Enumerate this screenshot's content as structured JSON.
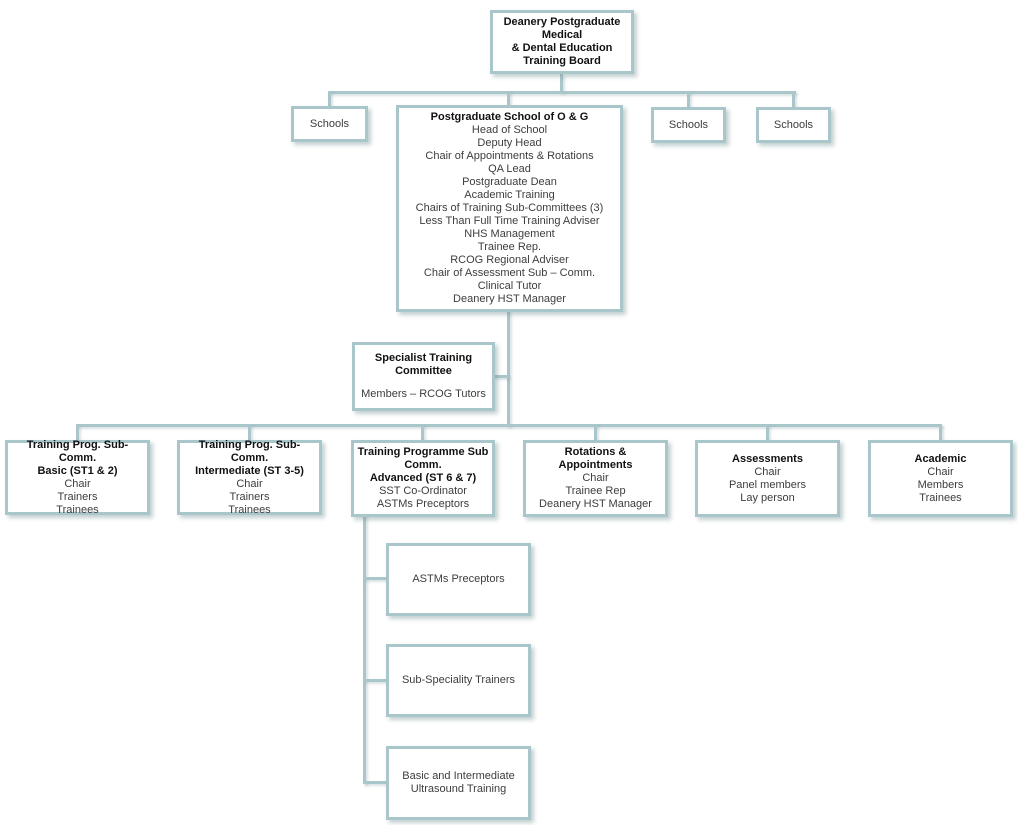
{
  "colors": {
    "border": "#a9c6cb",
    "line": "#a9c6cb",
    "title_text": "#111111",
    "body_text": "#3d3d3d",
    "background": "#ffffff"
  },
  "nodes": {
    "deanery_board": {
      "title": [
        "Deanery Postgraduate",
        "Medical",
        "& Dental Education",
        "Training Board"
      ]
    },
    "schools_left": {
      "label": "Schools"
    },
    "schools_mid": {
      "label": "Schools"
    },
    "schools_right": {
      "label": "Schools"
    },
    "og_school": {
      "title": "Postgraduate School of O & G",
      "members": [
        "Head of School",
        "Deputy Head",
        "Chair of Appointments & Rotations",
        "QA Lead",
        "Postgraduate Dean",
        "Academic Training",
        "Chairs of Training Sub-Committees (3)",
        "Less Than Full Time Training Adviser",
        "NHS Management",
        "Trainee Rep.",
        "RCOG Regional Adviser",
        "Chair of Assessment Sub – Comm.",
        "Clinical Tutor",
        "Deanery HST Manager"
      ]
    },
    "stc": {
      "title": [
        "Specialist Training",
        "Committee"
      ],
      "members": [
        "Members – RCOG Tutors"
      ]
    },
    "sub_basic": {
      "title": [
        "Training Prog. Sub-Comm.",
        "Basic (ST1 & 2)"
      ],
      "members": [
        "Chair",
        "Trainers",
        "Trainees"
      ]
    },
    "sub_intermediate": {
      "title": [
        "Training Prog. Sub-Comm.",
        "Intermediate (ST 3-5)"
      ],
      "members": [
        "Chair",
        "Trainers",
        "Trainees"
      ]
    },
    "sub_advanced": {
      "title": [
        "Training Programme Sub",
        "Comm.",
        "Advanced (ST 6 & 7)"
      ],
      "members": [
        "SST Co-Ordinator",
        "ASTMs Preceptors"
      ]
    },
    "rotations": {
      "title": [
        "Rotations &",
        "Appointments"
      ],
      "members": [
        "Chair",
        "Trainee Rep",
        "Deanery HST Manager"
      ]
    },
    "assessments": {
      "title": [
        "Assessments"
      ],
      "members": [
        "Chair",
        "Panel members",
        "Lay person"
      ]
    },
    "academic": {
      "title": [
        "Academic"
      ],
      "members": [
        "Chair",
        "Members",
        "Trainees"
      ]
    },
    "astm_preceptors": {
      "label": "ASTMs Preceptors"
    },
    "sub_speciality_trainers": {
      "label": "Sub-Speciality Trainers"
    },
    "ultrasound_training": {
      "label": [
        "Basic and Intermediate",
        "Ultrasound Training"
      ]
    }
  }
}
